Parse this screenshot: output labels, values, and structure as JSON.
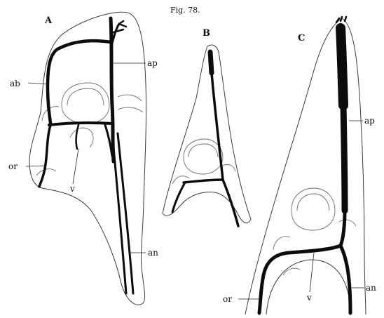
{
  "figure": {
    "caption": "Fig. 78.",
    "panels": [
      {
        "letter": "A",
        "labels": {
          "ab": "ab",
          "ap": "ap",
          "or": "or",
          "v": "v",
          "an": "an"
        }
      },
      {
        "letter": "B",
        "labels": {}
      },
      {
        "letter": "C",
        "labels": {
          "ap": "ap",
          "or": "or",
          "v": "v",
          "an": "an"
        }
      }
    ]
  },
  "colors": {
    "ink": "#0c0c0c",
    "outline": "#3a3a3a",
    "paper": "#ffffff"
  }
}
